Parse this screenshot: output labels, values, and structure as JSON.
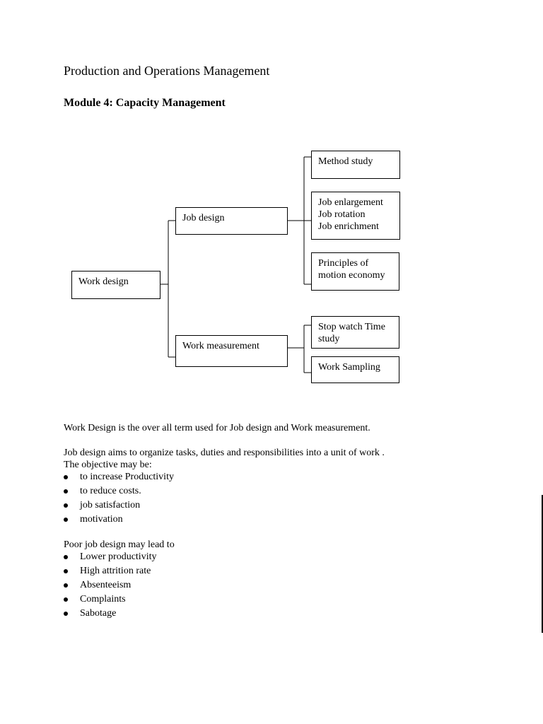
{
  "document": {
    "title": "Production and Operations Management",
    "module": "Module 4: Capacity Management"
  },
  "diagram": {
    "root": "Work design",
    "job_design": "Job design",
    "work_measurement": "Work measurement",
    "method_study": "Method study",
    "job_group": [
      "Job enlargement",
      "Job rotation",
      "Job enrichment"
    ],
    "motion_economy": [
      "Principles of",
      "motion economy"
    ],
    "stop_watch": [
      "Stop watch Time",
      "study"
    ],
    "work_sampling": "Work Sampling"
  },
  "text": {
    "intro": "Work Design is the over all term used for Job design and Work measurement.",
    "job_design_aim": "Job design aims to organize tasks, duties and responsibilities into a unit of work .",
    "objective_intro": "The objective may be:",
    "objectives": [
      "to increase Productivity",
      "to reduce costs.",
      "job satisfaction",
      "motivation"
    ],
    "poor_intro": "Poor job design may lead to",
    "poor_effects": [
      "Lower productivity",
      "High attrition rate",
      "Absenteeism",
      "Complaints",
      "Sabotage"
    ]
  }
}
